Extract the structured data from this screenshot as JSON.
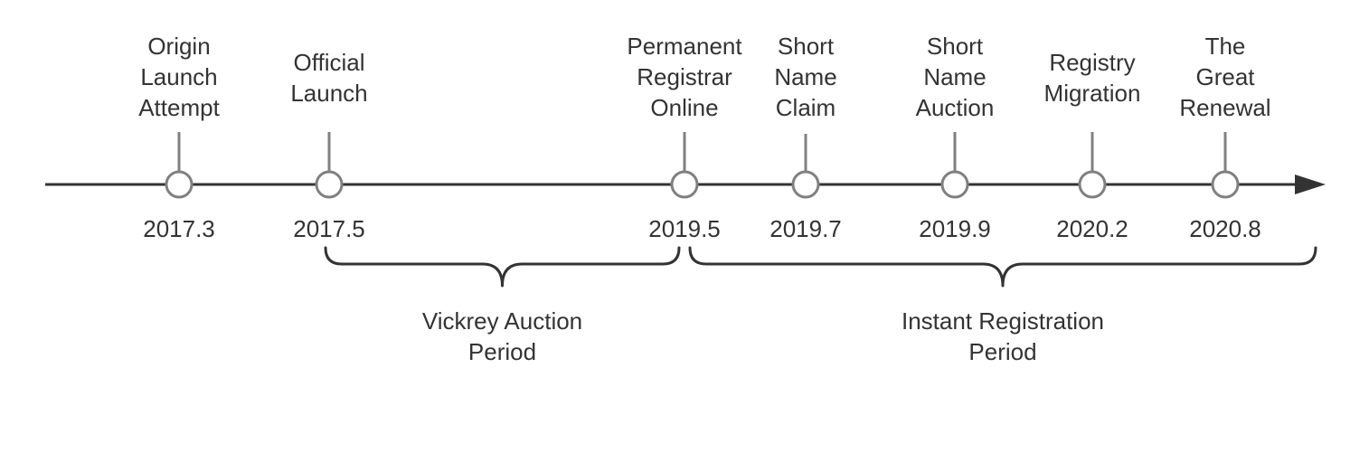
{
  "colors": {
    "axis": "#333333",
    "marker": "#808080",
    "text": "#333333",
    "background": "#ffffff"
  },
  "events": [
    {
      "title_lines": [
        "Origin",
        "Launch",
        "Attempt"
      ],
      "date": "2017.3"
    },
    {
      "title_lines": [
        "Official",
        "Launch"
      ],
      "date": "2017.5"
    },
    {
      "title_lines": [
        "Permanent",
        "Registrar",
        "Online"
      ],
      "date": "2019.5"
    },
    {
      "title_lines": [
        "Short",
        "Name",
        "Claim"
      ],
      "date": "2019.7"
    },
    {
      "title_lines": [
        "Short",
        "Name",
        "Auction"
      ],
      "date": "2019.9"
    },
    {
      "title_lines": [
        "Registry",
        "Migration"
      ],
      "date": "2020.2"
    },
    {
      "title_lines": [
        "The",
        "Great",
        "Renewal"
      ],
      "date": "2020.8"
    }
  ],
  "periods": [
    {
      "label_lines": [
        "Vickrey Auction",
        "Period"
      ],
      "from_event": 1,
      "to_event": 2
    },
    {
      "label_lines": [
        "Instant Registration",
        "Period"
      ],
      "from_event": 2,
      "to_event": "end"
    }
  ]
}
